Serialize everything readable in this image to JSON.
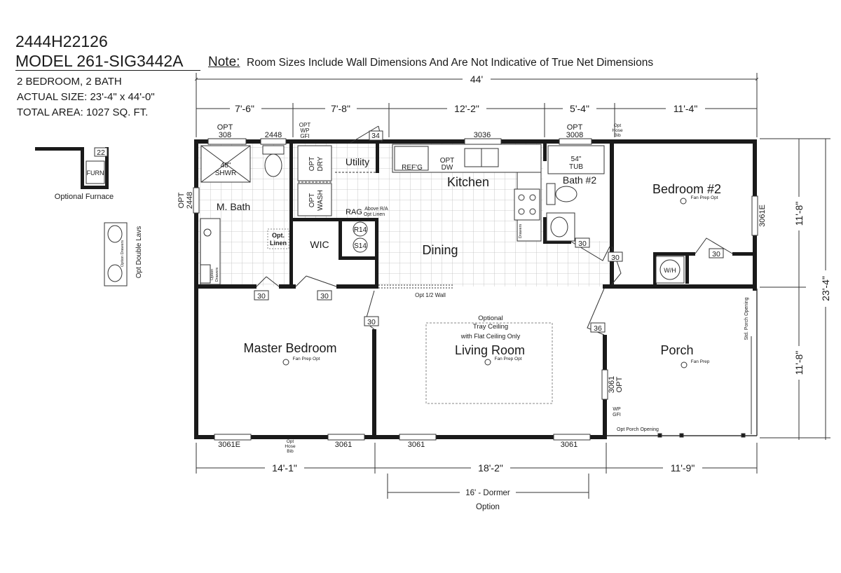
{
  "header": {
    "code": "2444H22126",
    "model": "MODEL 261-SIG3442A",
    "note_label": "Note:",
    "note_text": "Room Sizes Include Wall Dimensions And Are Not Indicative of True Net Dimensions",
    "spec_bed_bath": "2 BEDROOM, 2 BATH",
    "spec_actual_size": "ACTUAL SIZE: 23'-4\" x 44'-0\"",
    "spec_total_area": "TOTAL AREA: 1027 SQ. FT."
  },
  "dimensions": {
    "overall_length": "44'",
    "top_segments": [
      "7'-6\"",
      "7'-8\"",
      "12'-2\"",
      "5'-4\"",
      "11'-4\""
    ],
    "bottom_segments": [
      "14'-1\"",
      "18'-2\"",
      "11'-9\""
    ],
    "dormer": "16' - Dormer",
    "dormer_option": "Option",
    "right_upper": "11'-8\"",
    "right_lower": "11'-8\"",
    "right_total": "23'-4\""
  },
  "rooms": {
    "kitchen": "Kitchen",
    "dining": "Dining",
    "utility": "Utility",
    "m_bath": "M. Bath",
    "wic": "WIC",
    "bath2": "Bath #2",
    "bedroom2": "Bedroom #2",
    "master_bedroom": "Master Bedroom",
    "living_room": "Living Room",
    "porch": "Porch"
  },
  "windows": {
    "opt308": "OPT",
    "opt308b": "308",
    "w2448_top": "2448",
    "w3036": "3036",
    "opt3008": "OPT",
    "opt3008b": "3008",
    "w3061e_right": "3061E",
    "w3061e_bottom": "3061E",
    "w3061_a": "3061",
    "w3061_b": "3061",
    "w3061_c": "3061",
    "opt2448_left_a": "OPT",
    "opt2448_left_b": "2448",
    "opt3061_porch_a": "3061",
    "opt3061_porch_b": "OPT"
  },
  "doors": [
    "22",
    "34",
    "30",
    "30",
    "30",
    "30",
    "30",
    "30",
    "36"
  ],
  "fixtures": {
    "shower_a": "48\"",
    "shower_b": "SHWR",
    "tub_a": "54\"",
    "tub_b": "TUB",
    "refg": "REF'G",
    "opt_dw_a": "OPT",
    "opt_dw_b": "DW",
    "opt_dry_a": "OPT",
    "opt_dry_b": "DRY",
    "opt_wash_a": "OPT",
    "opt_wash_b": "WASH",
    "rag": "RAG",
    "above_ra_a": "Above R/A",
    "above_ra_b": "Opt Linen",
    "r14": "R14",
    "s14": "S14",
    "opt_linen_a": "Opt.",
    "opt_linen_b": "Linen",
    "wh": "W/H",
    "furn": "FURN",
    "opt_drawers_a": "Option",
    "opt_drawers_b": "Drawers",
    "drawers": "Drawers",
    "opt_drawers_dl": "Option Drawers"
  },
  "notes": {
    "opt_wp_gfi_a": "OPT",
    "opt_wp_gfi_b": "WP",
    "opt_wp_gfi_c": "GFI",
    "opt_hose_a": "Opt",
    "opt_hose_b": "Hose",
    "opt_hose_c": "Bib",
    "opt_hose2_a": "Opt",
    "opt_hose2_b": "Hose",
    "opt_hose2_c": "Bib",
    "fan_prep_opt_b2": "Fan Prep Opt",
    "fan_prep_opt_master": "Fan Prep Opt",
    "fan_prep_opt_living": "Fan Prep Opt",
    "fan_prep_porch": "Fan Prep",
    "opt_half_wall": "Opt 1/2 Wall",
    "tray_a": "Optional",
    "tray_b": "Tray Ceiling",
    "tray_c": "with Flat Ceiling Only",
    "wp_gfi_a": "WP",
    "wp_gfi_b": "GFI",
    "opt_porch_opening": "Opt Porch Opening",
    "std_porch_opening": "Std. Porch Opening",
    "optional_furnace": "Optional Furnace",
    "opt_double_lavs": "Opt Double Lavs"
  }
}
